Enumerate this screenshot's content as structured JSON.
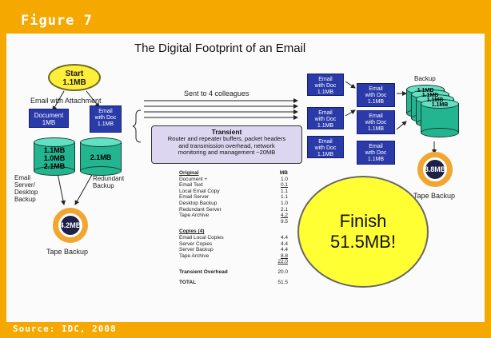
{
  "figure": {
    "label": "Figure 7"
  },
  "source": "Source: IDC, 2008",
  "slide": {
    "title": "The Digital Footprint of an Email",
    "start": {
      "line1": "Start",
      "line2": "1.1MB"
    },
    "email_with_attachment": "Email with Attachment",
    "document_box": {
      "line1": "Document",
      "line2": "1MB"
    },
    "email_doc_box": {
      "line1": "Email",
      "line2": "with Doc",
      "line3": "1.1MB"
    },
    "server_cylinder": {
      "l1": "1.1MB",
      "l2": "1.0MB",
      "l3": "2.1MB"
    },
    "redundant_cylinder": "2.1MB",
    "server_label": {
      "l1": "Email",
      "l2": "Server/",
      "l3": "Desktop",
      "l4": "Backup"
    },
    "redundant_label": {
      "l1": "Redundant",
      "l2": "Backup"
    },
    "tape_left": {
      "value": "4.2MB",
      "label": "Tape Backup"
    },
    "sent_label": "Sent to 4 colleagues",
    "transient": {
      "title": "Transient",
      "body1": "Router and repeater buffers, packet headers",
      "body2": "and transmission overhead, network",
      "body3": "monitoring and management ~20MB"
    },
    "recipient_boxes": [
      {
        "l1": "Email",
        "l2": "with Doc",
        "l3": "1.1MB"
      },
      {
        "l1": "Email",
        "l2": "with Doc",
        "l3": "1.1MB"
      },
      {
        "l1": "Email",
        "l2": "with Doc",
        "l3": "1.1MB"
      },
      {
        "l1": "Email",
        "l2": "with Doc",
        "l3": "1.1MB"
      },
      {
        "l1": "Email",
        "l2": "with Doc",
        "l3": "1.1MB"
      },
      {
        "l1": "Email",
        "l2": "with Doc",
        "l3": "1.1MB"
      }
    ],
    "backup_label": "Backup",
    "backup_stack": [
      "1.1MB",
      "1.1MB",
      "1.1MB",
      "1.1MB"
    ],
    "tape_right": {
      "value": "8.8MB",
      "label": "Tape Backup"
    },
    "finish": {
      "line1": "Finish",
      "line2": "51.5MB!"
    },
    "table": {
      "header": {
        "k": "Original",
        "v": "MB"
      },
      "rows1": [
        {
          "k": "Document +",
          "v": "1.0"
        },
        {
          "k": "Email Text",
          "v": "0.1"
        },
        {
          "k": "Local Email Copy",
          "v": "1.1"
        },
        {
          "k": "Email Server",
          "v": "1.1"
        },
        {
          "k": "Desktop Backup",
          "v": "1.0"
        },
        {
          "k": "Redundant Server",
          "v": "2.1"
        },
        {
          "k": "Tape Archive",
          "v": "4.2"
        }
      ],
      "subtotal1": "9.5",
      "copies_header": "Copies (4)",
      "rows2": [
        {
          "k": "Email Local Copies",
          "v": "4.4"
        },
        {
          "k": "Server Copies",
          "v": "4.4"
        },
        {
          "k": "Server Backup",
          "v": "4.4"
        },
        {
          "k": "Tape Archive",
          "v": "8.8"
        }
      ],
      "subtotal2": "22.0",
      "transient_row": {
        "k": "Transient Overhead",
        "v": "20.0"
      },
      "total_row": {
        "k": "TOTAL",
        "v": "51.5"
      }
    }
  },
  "colors": {
    "frame": "#f5a800",
    "box_blue": "#2a3aa8",
    "cylinder": "#23b590",
    "tape_ring": "#f1a630",
    "finish": "#ffff33",
    "start": "#ffee3a",
    "transient_bg": "#dcd6f0"
  }
}
